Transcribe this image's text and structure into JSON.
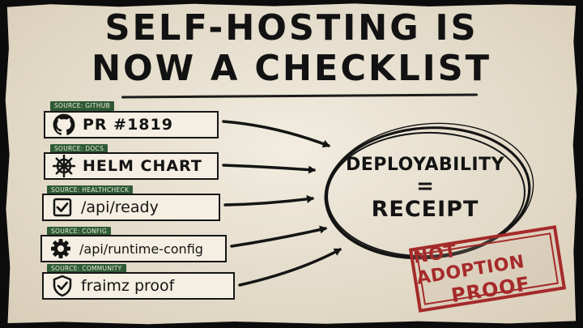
{
  "title": {
    "line1": "SELF-HOSTING IS",
    "line2": "NOW A CHECKLIST"
  },
  "sources": [
    {
      "tag": "SOURCE: GITHUB",
      "label": "PR #1819",
      "icon": "github-icon"
    },
    {
      "tag": "SOURCE: DOCS",
      "label": "HELM CHART",
      "icon": "helm-wheel-icon"
    },
    {
      "tag": "SOURCE: HEALTHCHECK",
      "label": "/api/ready",
      "icon": "checkbox-icon"
    },
    {
      "tag": "SOURCE: CONFIG",
      "label": "/api/runtime-config",
      "icon": "gear-icon"
    },
    {
      "tag": "SOURCE: COMMUNITY",
      "label": "fraimz proof",
      "icon": "shield-check-icon"
    }
  ],
  "center": {
    "line1": "DEPLOYABILITY",
    "line2": "=",
    "line3": "RECEIPT"
  },
  "stamp": {
    "line1": "NOT ADOPTION",
    "line2": "PROOF"
  },
  "colors": {
    "paper": "#ebe3d0",
    "ink": "#141414",
    "source_tag": "#2f5a36",
    "stamp": "#a52a2a"
  }
}
